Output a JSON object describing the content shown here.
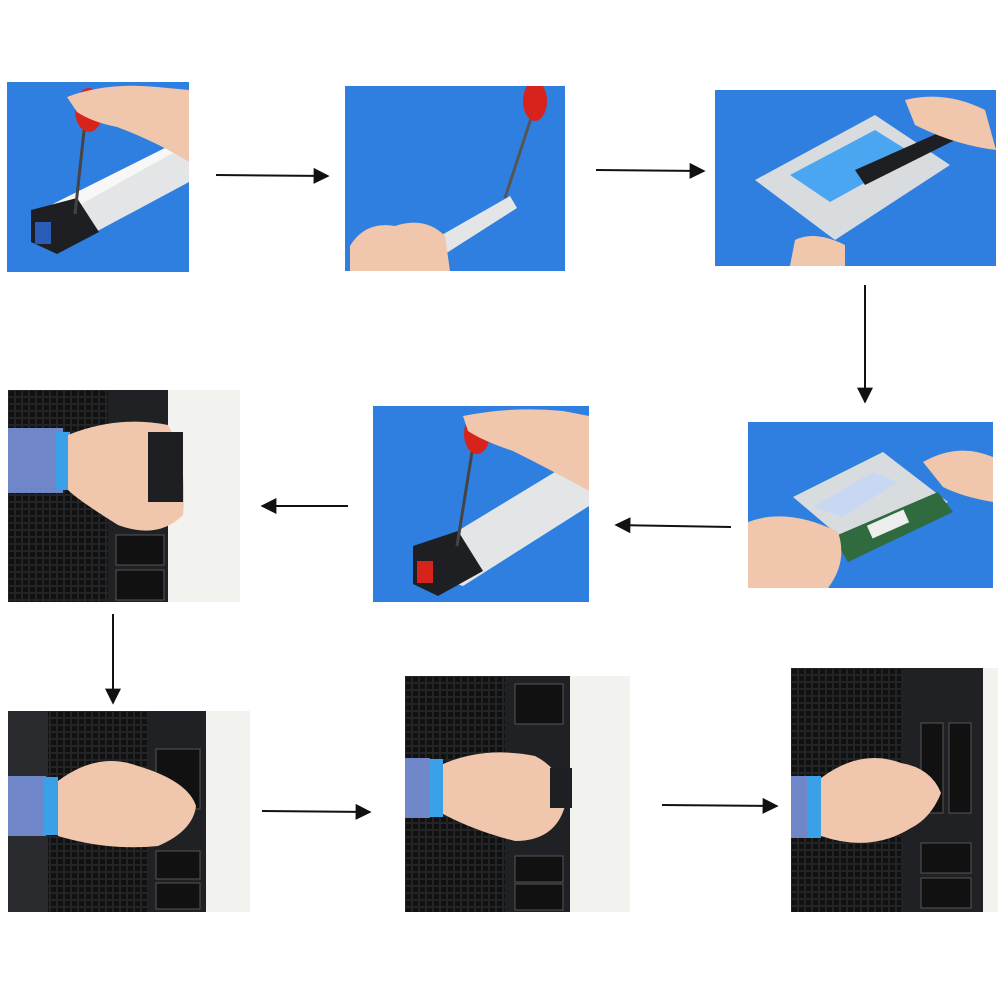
{
  "colors": {
    "background": "#ffffff",
    "studio_blue": "#2f7fe0",
    "studio_white": "#f2f2ee",
    "tray_silver": "#d9dcde",
    "carrier_black": "#1e1f22",
    "screwdriver_red": "#d8231c",
    "thermal_pad_blue": "#4aa6f0",
    "wristband_blue": "#3aa0e8",
    "sleeve_blue": "#6f86c9",
    "skin": "#f0c7ad",
    "ssd_green": "#2f6b3f",
    "arrow": "#111111"
  },
  "diagram": {
    "steps": [
      {
        "step": 1,
        "scene": "screw-removal"
      },
      {
        "step": 2,
        "scene": "pry-cover"
      },
      {
        "step": 3,
        "scene": "open-carrier"
      },
      {
        "step": 4,
        "scene": "insert-ssd"
      },
      {
        "step": 5,
        "scene": "screw-installation"
      },
      {
        "step": 6,
        "scene": "carrier-to-bay"
      },
      {
        "step": 7,
        "scene": "slide-into-bay"
      },
      {
        "step": 8,
        "scene": "close-latch"
      },
      {
        "step": 9,
        "scene": "push-seated"
      }
    ]
  }
}
